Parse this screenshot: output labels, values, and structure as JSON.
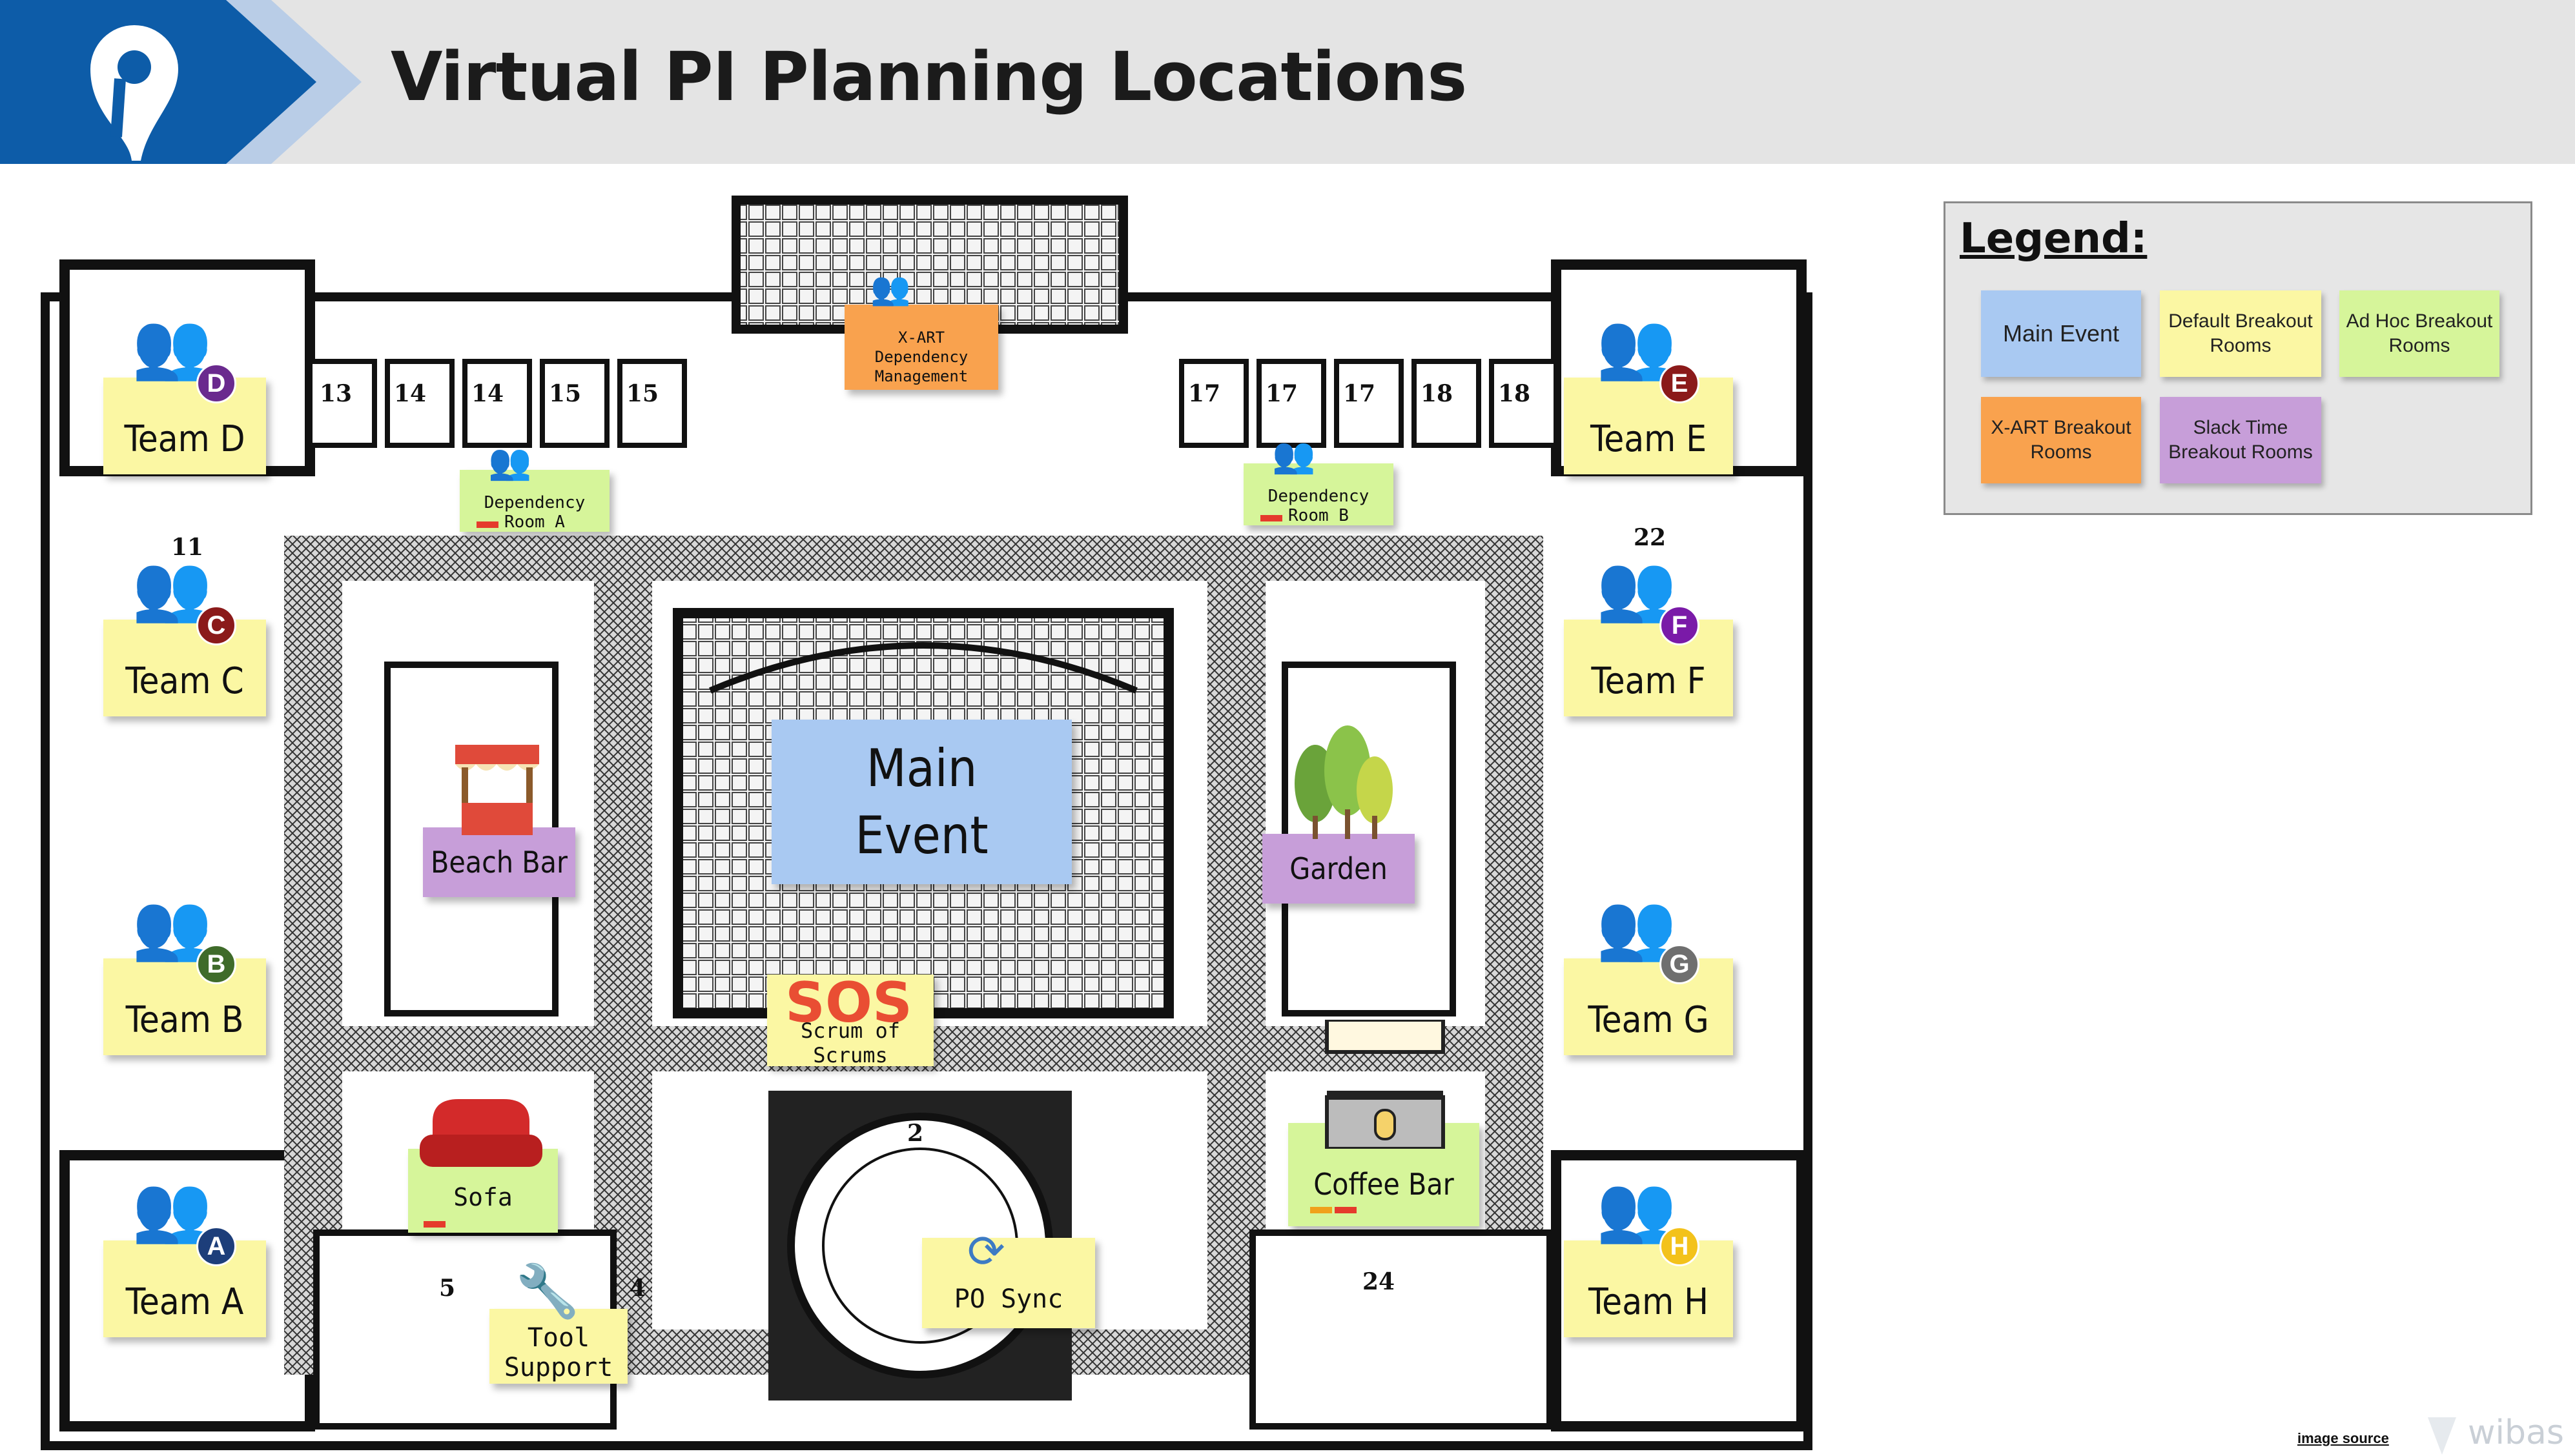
{
  "header": {
    "title": "Virtual PI Planning Locations"
  },
  "colors": {
    "brand_blue": "#0d5ca8",
    "default_breakout": "#fbf7a3",
    "ad_hoc_breakout": "#d6f59a",
    "x_art_breakout": "#f9a24e",
    "slack_time_breakout": "#c79ed9",
    "main_event": "#a9c9f2"
  },
  "teams": [
    {
      "label": "Team D",
      "letter": "D",
      "badge_color": "#6a2a8e"
    },
    {
      "label": "Team C",
      "letter": "C",
      "badge_color": "#8b1a1a"
    },
    {
      "label": "Team B",
      "letter": "B",
      "badge_color": "#3f6b2a"
    },
    {
      "label": "Team A",
      "letter": "A",
      "badge_color": "#1d3e7a"
    },
    {
      "label": "Team E",
      "letter": "E",
      "badge_color": "#8b1a1a"
    },
    {
      "label": "Team F",
      "letter": "F",
      "badge_color": "#7a1aa8"
    },
    {
      "label": "Team G",
      "letter": "G",
      "badge_color": "#6f6f6f"
    },
    {
      "label": "Team H",
      "letter": "H",
      "badge_color": "#f3c21b"
    }
  ],
  "rooms": {
    "main_event": "Main Event",
    "xart": "X-ART Dependency Management",
    "dependency_a": "Dependency Room A",
    "dependency_b": "Dependency Room B",
    "beach_bar": "Beach Bar",
    "garden": "Garden",
    "sos": "Scrum of Scrums",
    "sos_logo": "SOS",
    "sofa": "Sofa",
    "coffee_bar": "Coffee Bar",
    "po_sync": "PO Sync",
    "tool_support": "Tool Support"
  },
  "floorplan_numbers": {
    "n13": "13",
    "n14a": "14",
    "n14b": "14",
    "n15a": "15",
    "n15b": "15",
    "n17a": "17",
    "n17b": "17",
    "n17c": "17",
    "n18a": "18",
    "n18b": "18",
    "n11": "11",
    "n22": "22",
    "n2": "2",
    "n5": "5",
    "n4": "4",
    "n24": "24"
  },
  "legend": {
    "title": "Legend:",
    "items": [
      {
        "label": "Main Event",
        "color": "#a9c9f2"
      },
      {
        "label": "Default Breakout Rooms",
        "color": "#fbf7a3"
      },
      {
        "label": "Ad Hoc Breakout Rooms",
        "color": "#d6f59a"
      },
      {
        "label": "X-ART Breakout Rooms",
        "color": "#f9a24e"
      },
      {
        "label": "Slack Time Breakout Rooms",
        "color": "#c79ed9"
      }
    ]
  },
  "footer": {
    "image_source": "image source",
    "brand": "wibas"
  }
}
